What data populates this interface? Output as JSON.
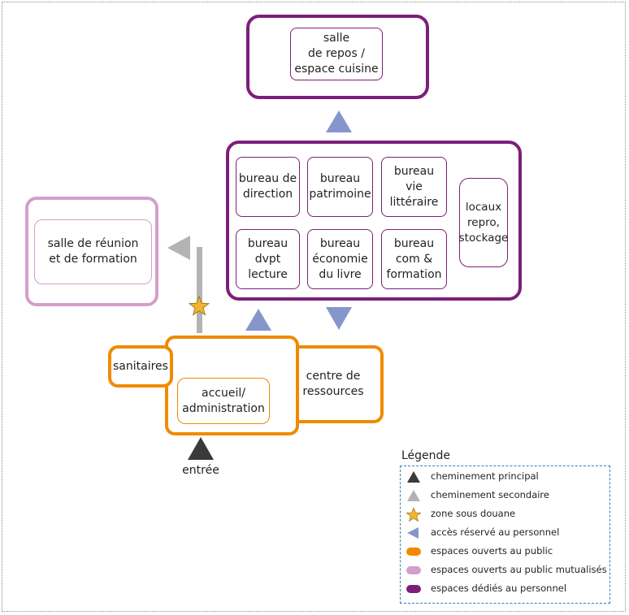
{
  "nodes": {
    "salle_repos": "salle\nde repos /\nespace cuisine",
    "bureau_direction": "bureau de\ndirection",
    "bureau_patrimoine": "bureau\npatrimoine",
    "bureau_vie_litteraire": "bureau\nvie\nlittéraire",
    "locaux_repro": "locaux\nrepro,\nstockage",
    "bureau_dvpt_lecture": "bureau\ndvpt\nlecture",
    "bureau_economie": "bureau\néconomie\ndu livre",
    "bureau_com": "bureau\ncom &\nformation",
    "salle_reunion": "salle de réunion\net de formation",
    "sanitaires": "sanitaires",
    "accueil": "accueil/\nadministration",
    "centre_ressources": "centre de\nressources",
    "entree": "entrée"
  },
  "legend": {
    "title": "Légende",
    "items": [
      {
        "label": "cheminement principal",
        "symbol": "triangle-dark",
        "color": "#3a3a3a"
      },
      {
        "label": "cheminement secondaire",
        "symbol": "triangle-grey",
        "color": "#b3b3b3"
      },
      {
        "label": "zone sous douane",
        "symbol": "star",
        "color": "#f3b52b"
      },
      {
        "label": "accès réservé au personnel",
        "symbol": "triangle-blue",
        "color": "#8496cb"
      },
      {
        "label": "espaces ouverts au public",
        "symbol": "pill",
        "color": "#f08a00"
      },
      {
        "label": "espaces ouverts au public mutualisés",
        "symbol": "pill",
        "color": "#d39fcb"
      },
      {
        "label": "espaces dédiés au personnel",
        "symbol": "pill",
        "color": "#7b1f7a"
      }
    ]
  },
  "colors": {
    "staff": "#7b1f7a",
    "public_shared": "#d39fcb",
    "public": "#f08a00",
    "staff_access": "#8496cb",
    "secondary_path": "#b3b3b3",
    "main_path": "#3a3a3a",
    "customs": "#f3b52b"
  }
}
